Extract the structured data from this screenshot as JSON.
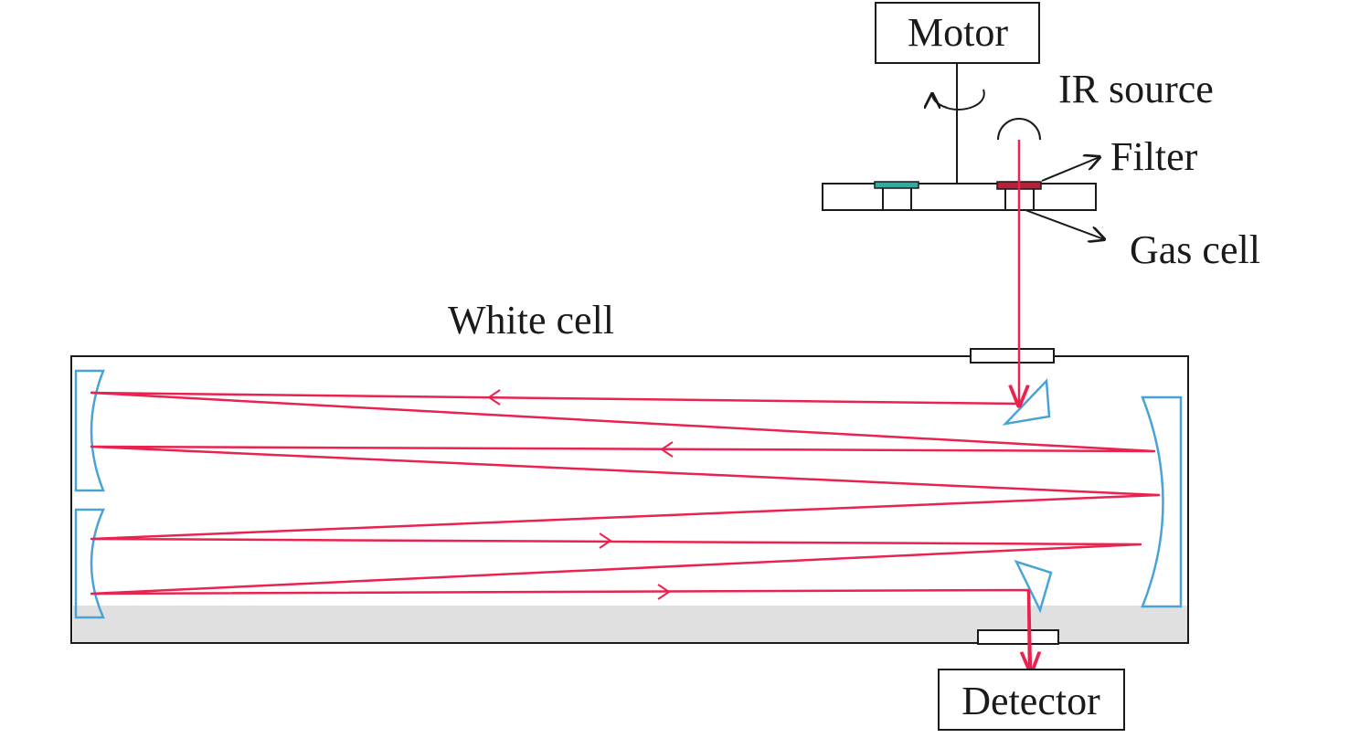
{
  "labels": {
    "motor": "Motor",
    "ir_source": "IR source",
    "filter": "Filter",
    "gas_cell": "Gas cell",
    "white_cell": "White cell",
    "detector": "Detector"
  },
  "colors": {
    "beam": "#e8234f",
    "mirror": "#4aa3d6",
    "outline": "#1a1a1a",
    "filter": "#b3223a",
    "gas_cell_window": "#3aa6a0",
    "floor_shade": "#e0e0e0"
  }
}
